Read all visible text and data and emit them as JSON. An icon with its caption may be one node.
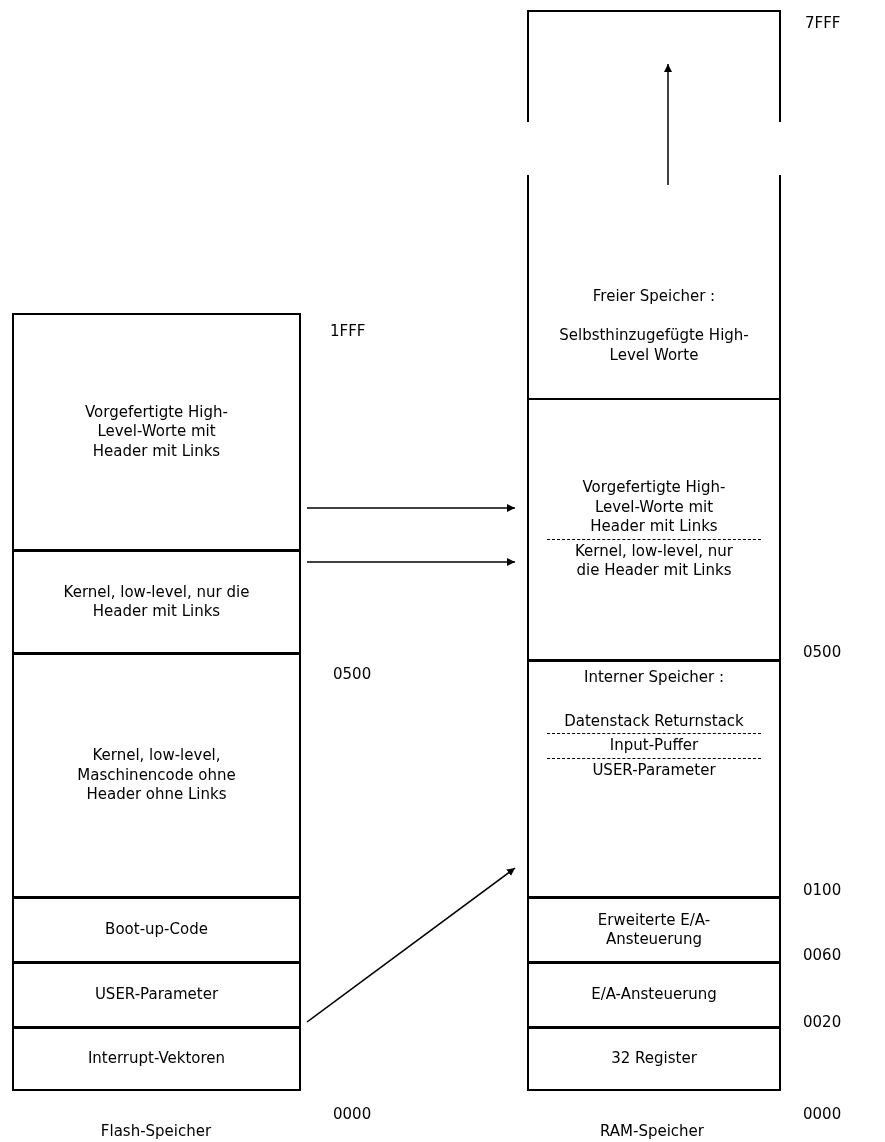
{
  "diagram": {
    "nodes": [
      {
        "text": [
          "Vorgefertigte High-Level-Worte mit Header mit Links"
        ]
      },
      {
        "text": [
          "Kernel, low-level, nur die Header mit Links"
        ]
      },
      {
        "text": [
          "Kernel, low-level, Maschinencode ohne Header ohne Links"
        ]
      },
      {
        "text": [
          "Boot-up-Code"
        ]
      },
      {
        "text": [
          "USER-Parameter"
        ]
      },
      {
        "text": [
          "Interrupt-Vektoren"
        ]
      },
      {
        "text": [
          "Freier Speicher :",
          "Selbsthinzugefügte High-Level Worte"
        ]
      },
      {
        "text": [
          "Vorgefertigte High-Level-Worte mit Header mit Links",
          "Kernel, low-level, nur die Header mit Links"
        ]
      },
      {
        "text": [
          "Interner Speicher :",
          "Datenstack Returnstack",
          "Input-Puffer",
          "USER-Parameter"
        ]
      },
      {
        "text": [
          "Erweiterte E/A-Ansteuerung"
        ]
      },
      {
        "text": [
          "E/A-Ansteuerung"
        ]
      },
      {
        "text": [
          "32 Register"
        ]
      }
    ],
    "edges": [
      {
        "from": 0,
        "to": 7,
        "arrow": "to"
      },
      {
        "from": 1,
        "to": 7,
        "arrow": "to"
      },
      {
        "from": 4,
        "to": 8,
        "arrow": "to"
      }
    ],
    "labels": [
      "7FFF",
      "1FFF",
      "0500",
      "0500",
      "0100",
      "0060",
      "0020",
      "0000",
      "0000",
      "Flash-Speicher",
      "RAM-Speicher"
    ]
  }
}
